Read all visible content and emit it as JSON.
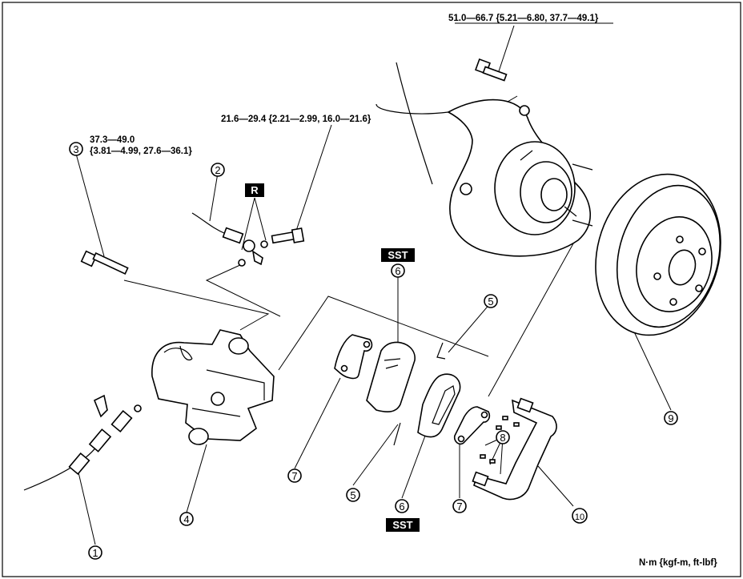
{
  "torques": {
    "hub_bolt": "51.0—66.7 {5.21—6.80, 37.7—49.1}",
    "hose_bolt": "21.6—29.4 {2.21—2.99, 16.0—21.6}",
    "caliper_bolt_line1": "37.3—49.0",
    "caliper_bolt_line2": "{3.81—4.99, 27.6—36.1}"
  },
  "units": "N·m {kgf-m, ft-lbf}",
  "tags": {
    "replace": "R",
    "sst_top": "SST",
    "sst_bottom": "SST"
  },
  "callouts": {
    "c1": "1",
    "c2": "2",
    "c3": "3",
    "c4": "4",
    "c5a": "5",
    "c5b": "5",
    "c6a": "6",
    "c6b": "6",
    "c7a": "7",
    "c7b": "7",
    "c8": "8",
    "c9": "9",
    "c10": "10"
  }
}
